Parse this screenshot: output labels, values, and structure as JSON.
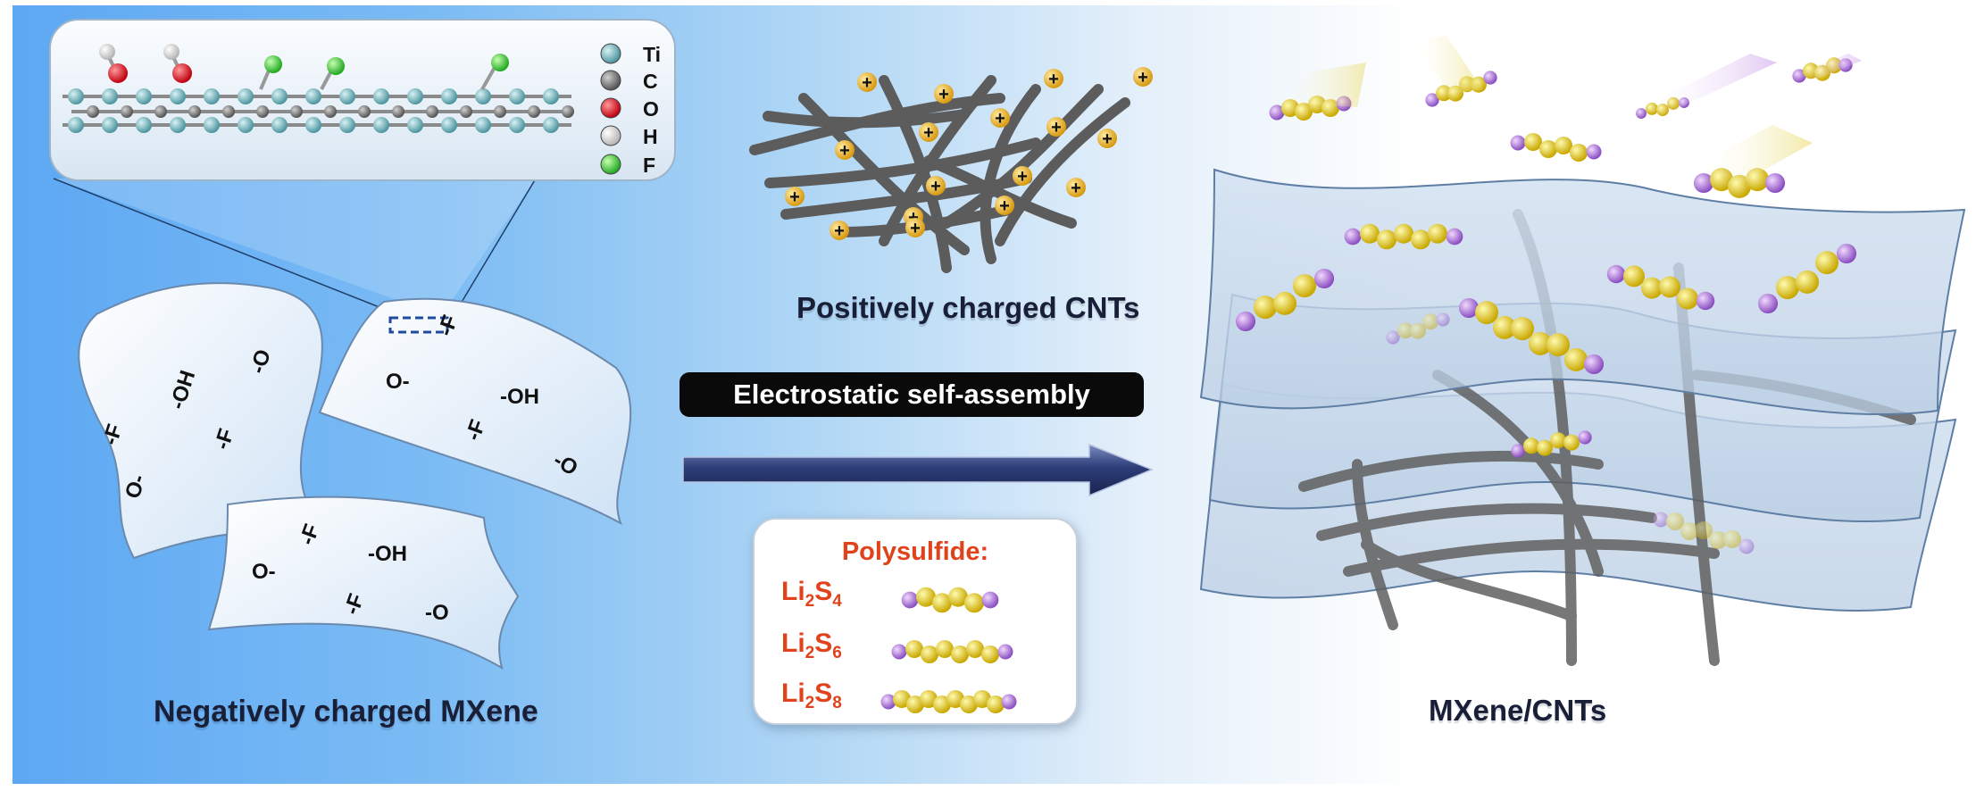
{
  "labels": {
    "mxene": "Negatively charged MXene",
    "cnts": "Positively charged CNTs",
    "composite": "MXene/CNTs",
    "assembly": "Electrostatic self-assembly"
  },
  "legend": [
    {
      "symbol": "Ti",
      "color": "#5fa8b0"
    },
    {
      "symbol": "C",
      "color": "#7a7a7a"
    },
    {
      "symbol": "O",
      "color": "#e0202a"
    },
    {
      "symbol": "H",
      "color": "#f2f2f2"
    },
    {
      "symbol": "F",
      "color": "#33cc33"
    }
  ],
  "polysulfide": {
    "title": "Polysulfide:",
    "species": [
      {
        "li": "Li",
        "li_sub": "2",
        "s": "S",
        "s_sub": "4"
      },
      {
        "li": "Li",
        "li_sub": "2",
        "s": "S",
        "s_sub": "6"
      },
      {
        "li": "Li",
        "li_sub": "2",
        "s": "S",
        "s_sub": "8"
      }
    ]
  },
  "surface_groups": {
    "sheet1": [
      "-OH",
      "-O",
      "-F",
      "-F",
      "O-"
    ],
    "sheet2": [
      "-F",
      "O-",
      "-OH",
      "-F",
      "-O"
    ],
    "sheet3": [
      "-F",
      "O-",
      "-OH",
      "-F",
      "-O"
    ]
  },
  "cnt_charge": "+",
  "colors": {
    "sulfur": "#f5d800",
    "lithium": "#b070e0",
    "cnt": "#5c5c5c",
    "banner": "#0a0a0a",
    "polysulfide_text": "#e0431c",
    "arrow": "#2c3d78"
  }
}
